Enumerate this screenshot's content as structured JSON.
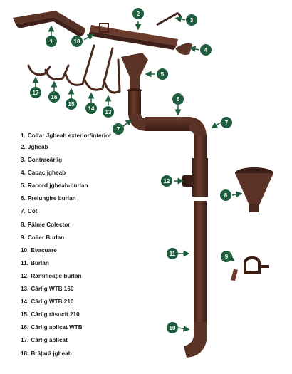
{
  "brand": {
    "badge_color": "#1f5d3f",
    "product_color": "#5a3226",
    "arrow_color": "#1f5d3f"
  },
  "legend": [
    {
      "num": "1.",
      "label": "Colțar Jgheab exterior/interior"
    },
    {
      "num": "2.",
      "label": "Jgheab"
    },
    {
      "num": "3.",
      "label": "Contracârlig"
    },
    {
      "num": "4.",
      "label": "Capac jgheab"
    },
    {
      "num": "5.",
      "label": "Racord jgheab-burlan"
    },
    {
      "num": "6.",
      "label": "Prelungire burlan"
    },
    {
      "num": "7.",
      "label": "Cot"
    },
    {
      "num": "8.",
      "label": "Pâlnie Colector"
    },
    {
      "num": "9.",
      "label": "Colier Burlan"
    },
    {
      "num": "10.",
      "label": "Evacuare"
    },
    {
      "num": "11.",
      "label": "Burlan"
    },
    {
      "num": "12.",
      "label": "Ramificație burlan"
    },
    {
      "num": "13.",
      "label": "Cârlig WTB 160"
    },
    {
      "num": "14.",
      "label": "Cârlig WTB 210"
    },
    {
      "num": "15.",
      "label": "Cârlig răsucit 210"
    },
    {
      "num": "16.",
      "label": "Cârlig aplicat WTB"
    },
    {
      "num": "17.",
      "label": "Cârlig aplicat"
    },
    {
      "num": "18.",
      "label": "Brățară jgheab"
    }
  ],
  "badges": [
    "1",
    "2",
    "3",
    "4",
    "5",
    "6",
    "7",
    "7",
    "8",
    "9",
    "10",
    "11",
    "12",
    "13",
    "14",
    "15",
    "16",
    "17",
    "18"
  ]
}
